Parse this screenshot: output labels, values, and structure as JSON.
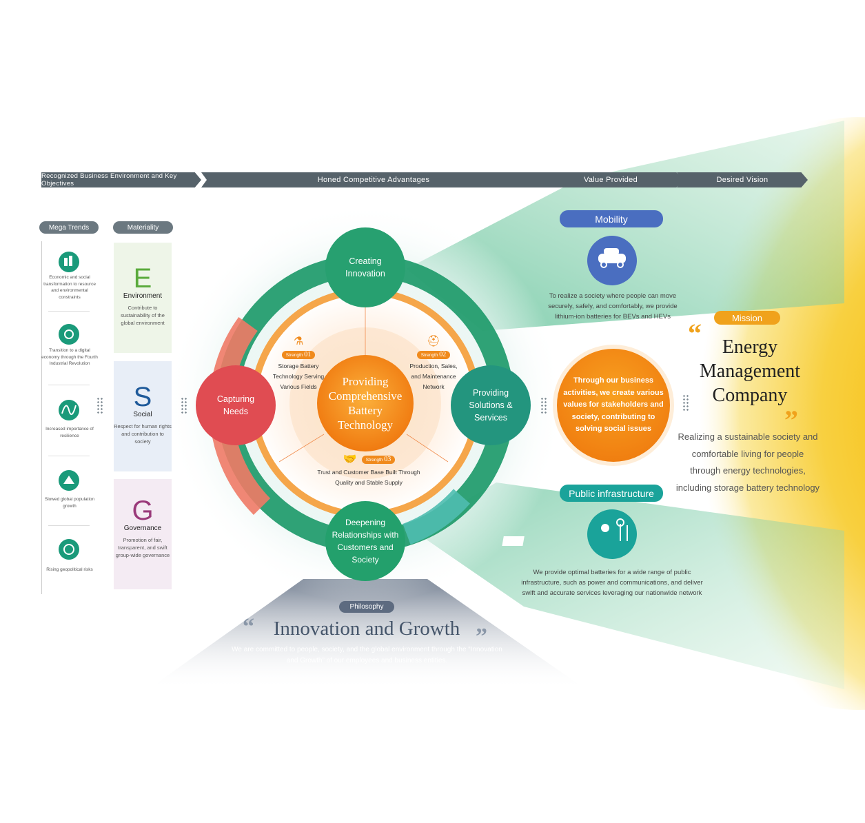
{
  "header": {
    "step1": "Recognized Business Environment and Key Objectives",
    "step2": "Honed Competitive Advantages",
    "step3": "Value Provided",
    "step4": "Desired Vision"
  },
  "mega_trends": {
    "label": "Mega Trends",
    "items": [
      {
        "icon": "economy-icon",
        "text": "Economic and social transformation to resource and environmental constraints"
      },
      {
        "icon": "digital-icon",
        "text": "Transition to a digital economy through the Fourth Industrial Revolution"
      },
      {
        "icon": "resilience-icon",
        "text": "Increased importance of resilience"
      },
      {
        "icon": "population-icon",
        "text": "Slowed global population growth"
      },
      {
        "icon": "globe-icon",
        "text": "Rising geopolitical risks"
      }
    ]
  },
  "materiality": {
    "label": "Materiality",
    "items": [
      {
        "letter": "E",
        "name": "Environment",
        "desc": "Contribute to sustainability of the global environment",
        "color": "#5aaa3c",
        "bg": "#eef5e8"
      },
      {
        "letter": "S",
        "name": "Social",
        "desc": "Respect for human rights and contribution to society",
        "color": "#1f5a9a",
        "bg": "#e8eef7"
      },
      {
        "letter": "G",
        "name": "Governance",
        "desc": "Promotion of fair, transparent, and swift group-wide governance",
        "color": "#9a3a7a",
        "bg": "#f4ebf3"
      }
    ]
  },
  "cycle": {
    "creating": "Creating Innovation",
    "providing": "Providing Solutions & Services",
    "deepening": "Deepening Relationships with Customers and Society",
    "capturing": "Capturing Needs",
    "center": "Providing Comprehensive Battery Technology"
  },
  "strengths": [
    {
      "tag": "Strength",
      "num": "01",
      "text": "Storage Battery Technology Serving Various Fields"
    },
    {
      "tag": "Strength",
      "num": "02",
      "text": "Production, Sales, and Maintenance Network"
    },
    {
      "tag": "Strength",
      "num": "03",
      "text": "Trust and Customer Base Built Through Quality and Stable Supply"
    }
  ],
  "value": {
    "mobility_label": "Mobility",
    "mobility_text": "To realize a society where people can move securely, safely, and comfortably, we provide lithium-ion batteries for BEVs and HEVs",
    "core_text": "Through our business activities, we create various values for stakeholders and society, contributing to solving social issues",
    "infra_label": "Public infrastructure",
    "infra_text": "We provide optimal batteries for a wide range of public infrastructure, such as power and communications, and deliver swift and accurate services leveraging our nationwide network"
  },
  "mission": {
    "label": "Mission",
    "title": "Energy Management Company",
    "text": "Realizing a sustainable society and comfortable living for people through energy technologies, including storage battery technology"
  },
  "philosophy": {
    "label": "Philosophy",
    "title": "Innovation and Growth",
    "text": "We are committed to people, society, and the global environment through the “Innovation and Growth” of our employees and business entities."
  },
  "colors": {
    "header_bar": "#56626a",
    "green": "#1e9a6a",
    "teal": "#1aa39a",
    "red": "#e04a4a",
    "orange": "#f08a1c",
    "blue": "#4a6ec0",
    "yellow": "#f5c020"
  }
}
